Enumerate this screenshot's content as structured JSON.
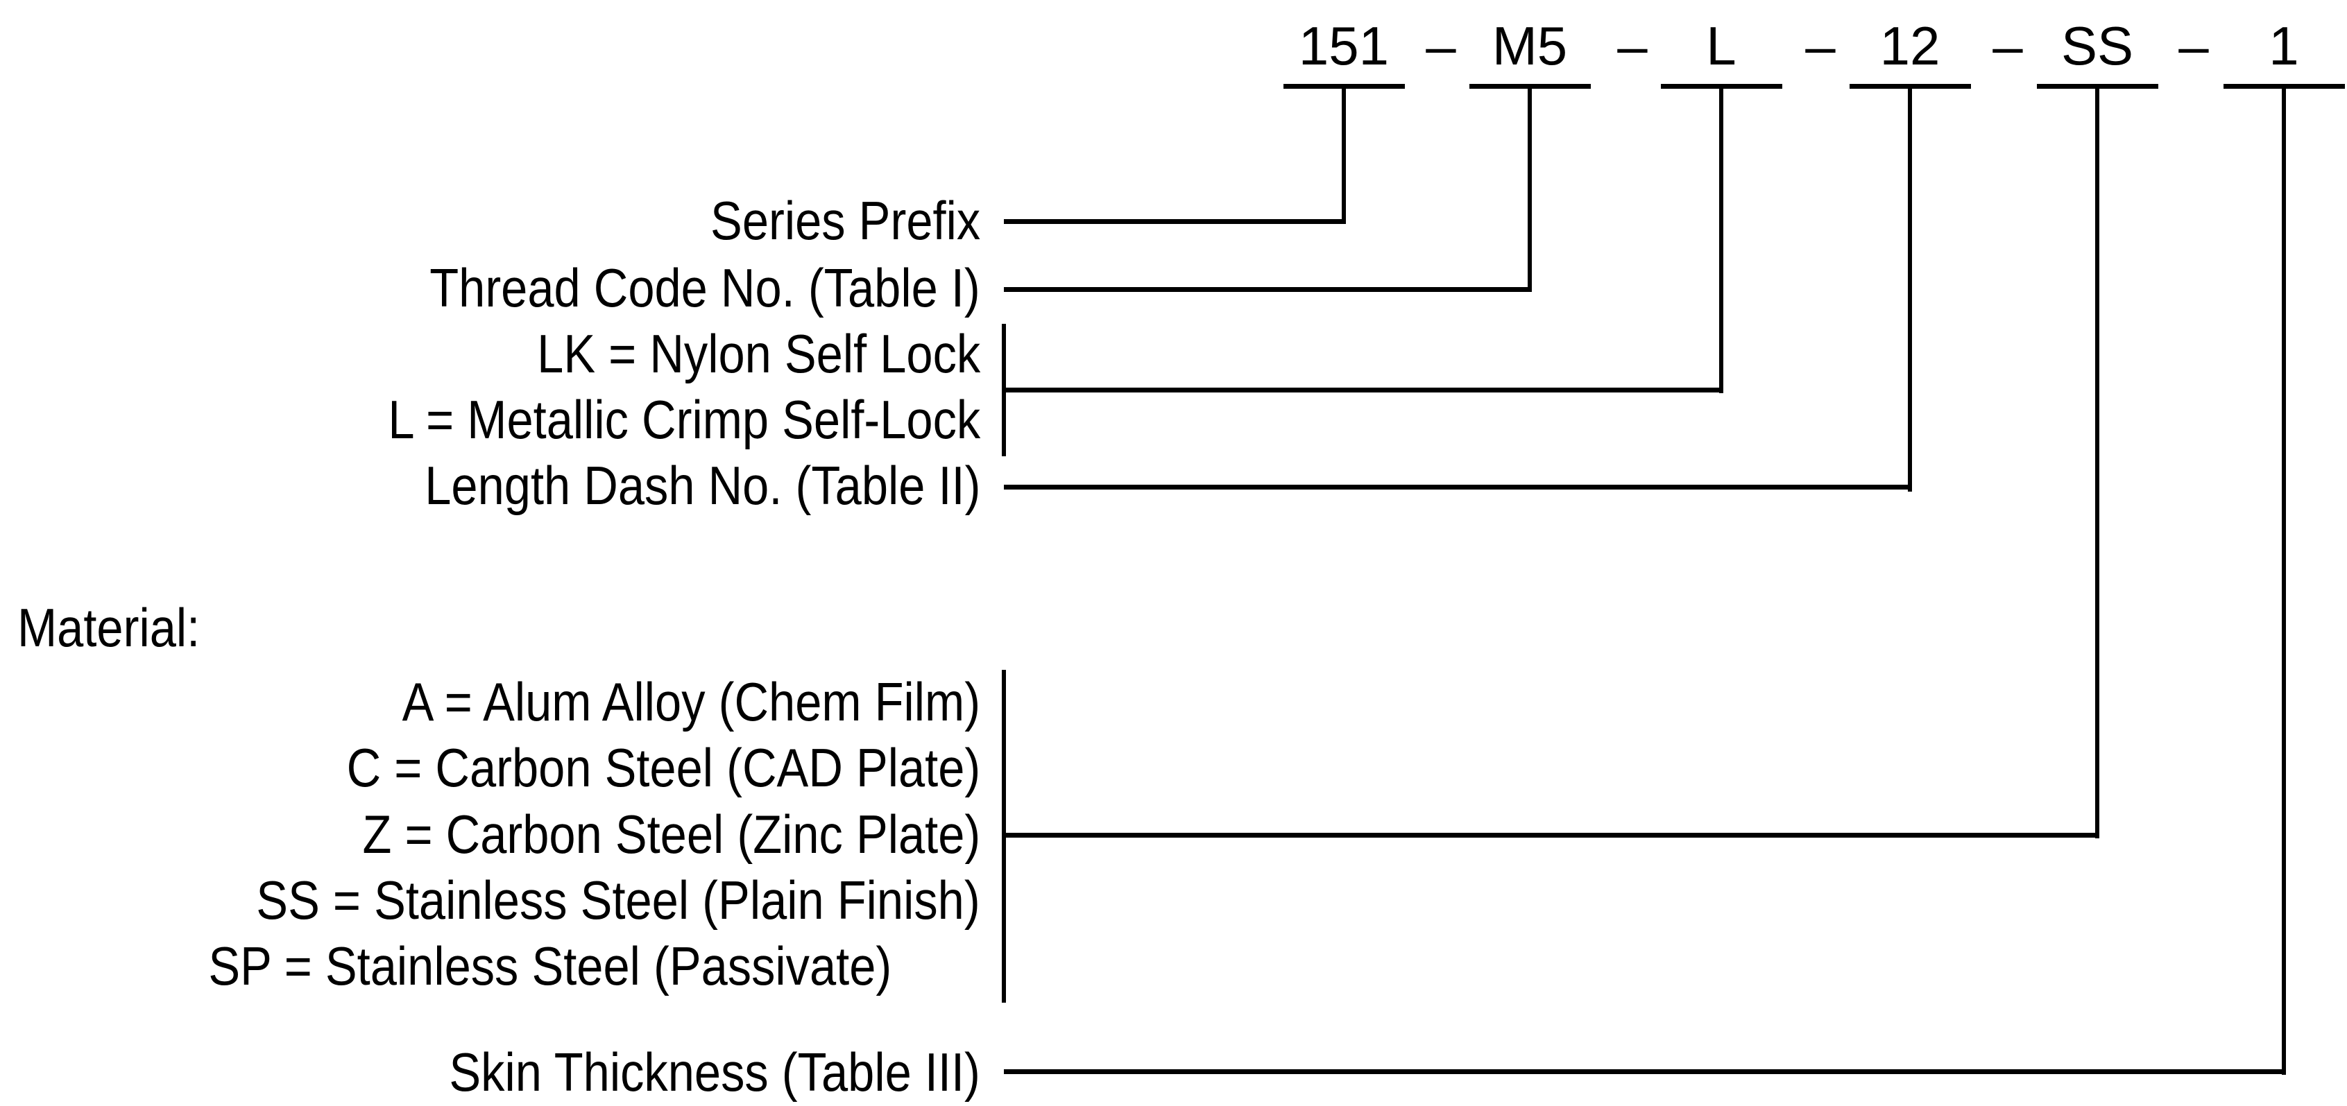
{
  "colors": {
    "ink": "#000000",
    "background": "#ffffff"
  },
  "part_number": {
    "separator": "–",
    "segments": [
      "151",
      "M5",
      "L",
      "12",
      "SS",
      "1"
    ]
  },
  "labels": {
    "series_prefix": "Series Prefix",
    "thread_code": "Thread Code No. (Table I)",
    "nylon_self_lock": "LK = Nylon Self Lock",
    "metallic_crimp_self_lock": "L = Metallic Crimp Self-Lock",
    "length_dash": "Length Dash No. (Table II)",
    "material_heading": "Material:",
    "material_options": {
      "alum_alloy": "A = Alum Alloy (Chem Film)",
      "carbon_steel_cad": "C = Carbon Steel (CAD Plate)",
      "carbon_steel_zinc": "Z = Carbon Steel (Zinc Plate)",
      "stainless_plain": "SS = Stainless Steel (Plain Finish)",
      "stainless_passivate": "SP = Stainless Steel (Passivate)"
    },
    "skin_thickness": "Skin Thickness (Table III)"
  }
}
